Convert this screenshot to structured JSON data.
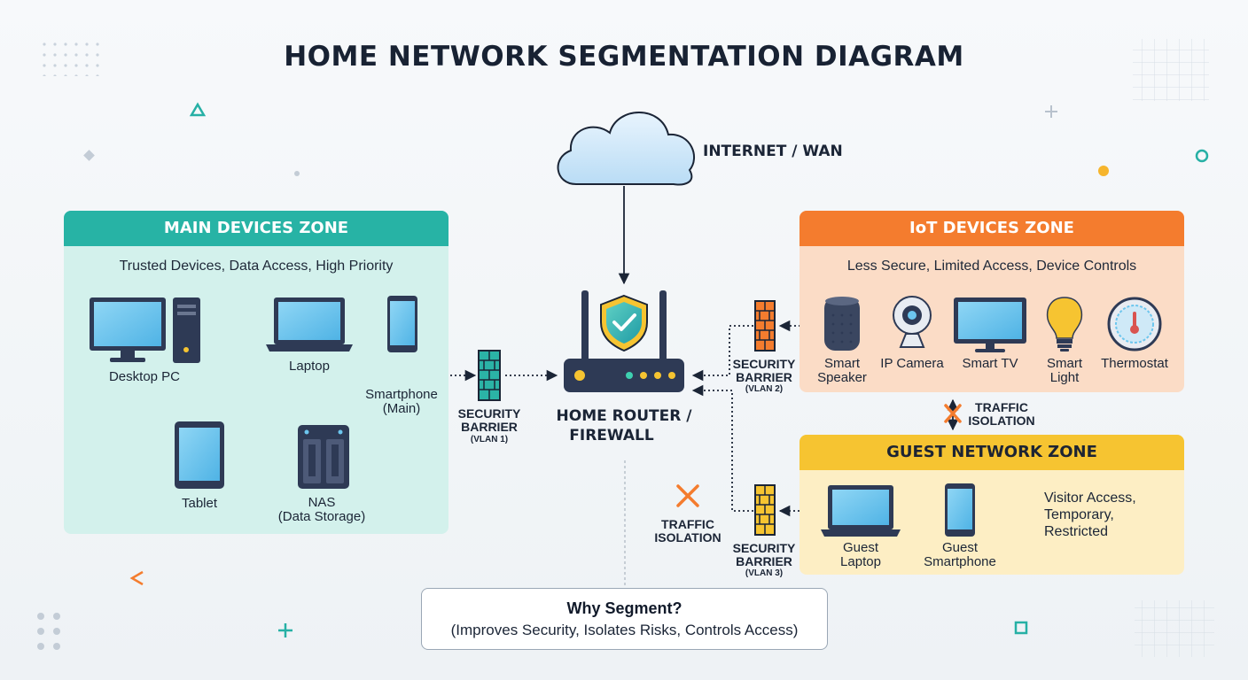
{
  "title": "HOME NETWORK SEGMENTATION DIAGRAM",
  "internet": {
    "label": "INTERNET / WAN"
  },
  "router": {
    "label_line1": "HOME ROUTER /",
    "label_line2": "FIREWALL"
  },
  "zones": {
    "main": {
      "title": "MAIN DEVICES ZONE",
      "subtitle": "Trusted Devices, Data Access, High Priority",
      "devices": {
        "desktop": "Desktop PC",
        "laptop": "Laptop",
        "smartphone_line1": "Smartphone",
        "smartphone_line2": "(Main)",
        "tablet": "Tablet",
        "nas_line1": "NAS",
        "nas_line2": "(Data Storage)"
      },
      "barrier": {
        "line1": "SECURITY",
        "line2": "BARRIER",
        "vlan": "(VLAN 1)"
      }
    },
    "iot": {
      "title": "IoT DEVICES ZONE",
      "subtitle": "Less Secure, Limited Access, Device Controls",
      "devices": {
        "speaker_line1": "Smart",
        "speaker_line2": "Speaker",
        "camera": "IP Camera",
        "tv": "Smart TV",
        "light_line1": "Smart",
        "light_line2": "Light",
        "thermostat": "Thermostat"
      },
      "barrier": {
        "line1": "SECURITY",
        "line2": "BARRIER",
        "vlan": "(VLAN 2)"
      }
    },
    "guest": {
      "title": "GUEST NETWORK ZONE",
      "description_line1": "Visitor Access,",
      "description_line2": "Temporary,",
      "description_line3": "Restricted",
      "devices": {
        "laptop_line1": "Guest",
        "laptop_line2": "Laptop",
        "phone_line1": "Guest",
        "phone_line2": "Smartphone"
      },
      "barrier": {
        "line1": "SECURITY",
        "line2": "BARRIER",
        "vlan": "(VLAN 3)"
      }
    }
  },
  "isolation_iot_guest": {
    "line1": "TRAFFIC",
    "line2": "ISOLATION"
  },
  "isolation_guest_main": {
    "line1": "TRAFFIC",
    "line2": "ISOLATION"
  },
  "why": {
    "title": "Why Segment?",
    "description": "(Improves Security, Isolates Risks, Controls Access)"
  },
  "colors": {
    "main_header": "#27b3a5",
    "main_bg": "#d3f1ec",
    "iot_header": "#f47c2e",
    "iot_bg": "#fbdcc6",
    "guest_header": "#f6c431",
    "guest_bg": "#fdeec4",
    "barrier_teal": "#2bb3a6",
    "barrier_orange": "#f47c2e",
    "barrier_yellow": "#f6c431",
    "isolation_x": "#f47c2e",
    "device_screen": "#6cc6ee"
  },
  "icons": [
    "cloud-icon",
    "router-icon",
    "shield-check-icon",
    "firewall-brick-icon",
    "desktop-icon",
    "laptop-icon",
    "smartphone-icon",
    "tablet-icon",
    "nas-icon",
    "smart-speaker-icon",
    "ip-camera-icon",
    "smart-tv-icon",
    "light-bulb-icon",
    "thermostat-icon",
    "isolation-x-icon"
  ]
}
